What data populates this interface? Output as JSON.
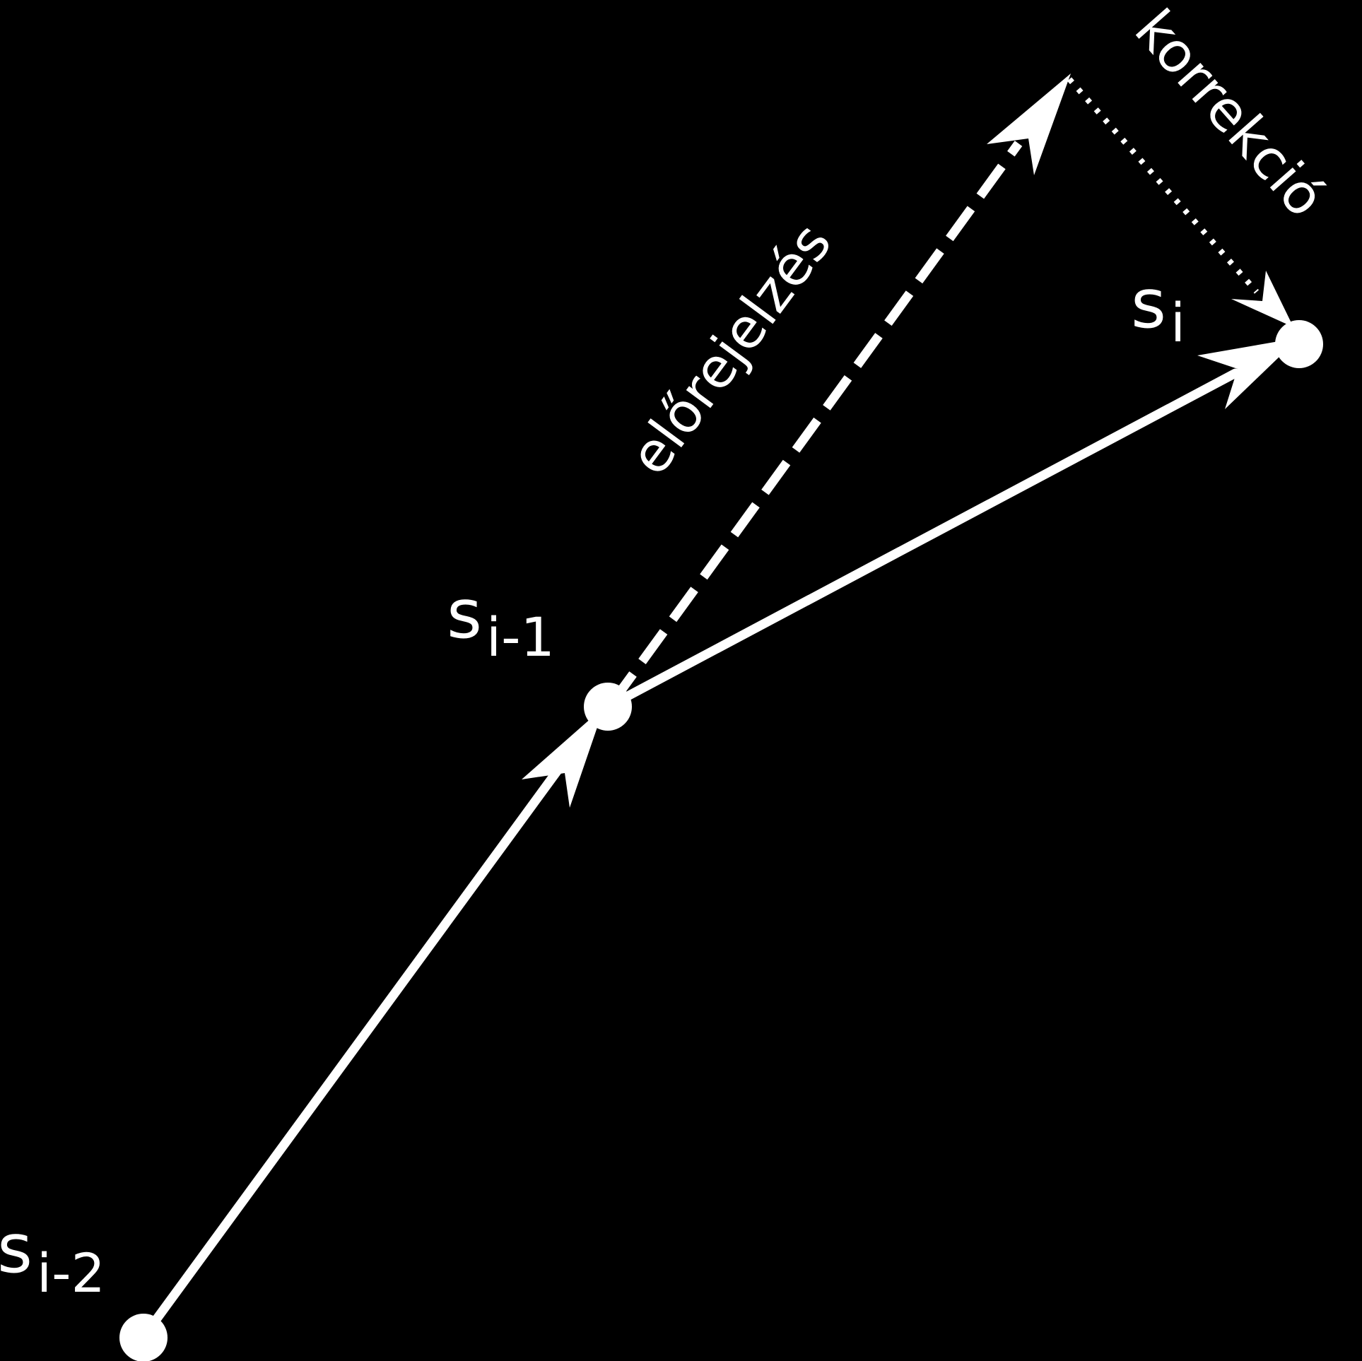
{
  "colors": {
    "background": "#000000",
    "foreground": "#ffffff"
  },
  "nodes": {
    "s_i_minus_2": {
      "base": "s",
      "sub": "i-2"
    },
    "s_i_minus_1": {
      "base": "s",
      "sub": "i-1"
    },
    "s_i": {
      "base": "s",
      "sub": "i"
    }
  },
  "edges": {
    "prediction": {
      "label": "előrejelzés",
      "style": "dashed"
    },
    "correction": {
      "label": "korrekció",
      "style": "dotted"
    },
    "step_1": {
      "style": "solid"
    },
    "step_2": {
      "style": "solid"
    }
  }
}
